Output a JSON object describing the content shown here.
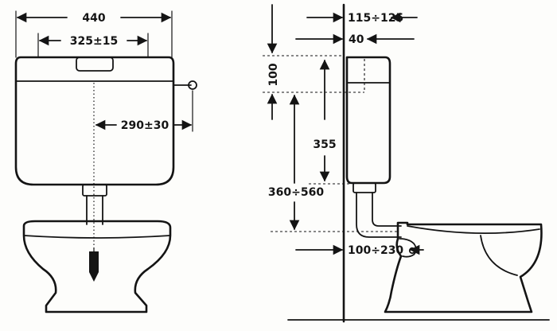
{
  "front_view": {
    "dim_overall_width": "440",
    "dim_flush_width": "325±15",
    "dim_lever_offset": "290±30"
  },
  "side_view": {
    "dim_top_offset": "115÷125",
    "dim_tank_wall_gap": "40",
    "dim_tank_top": "100",
    "dim_tank_height": "355",
    "dim_mount_height": "360÷560",
    "dim_outlet_offset": "100÷230"
  }
}
